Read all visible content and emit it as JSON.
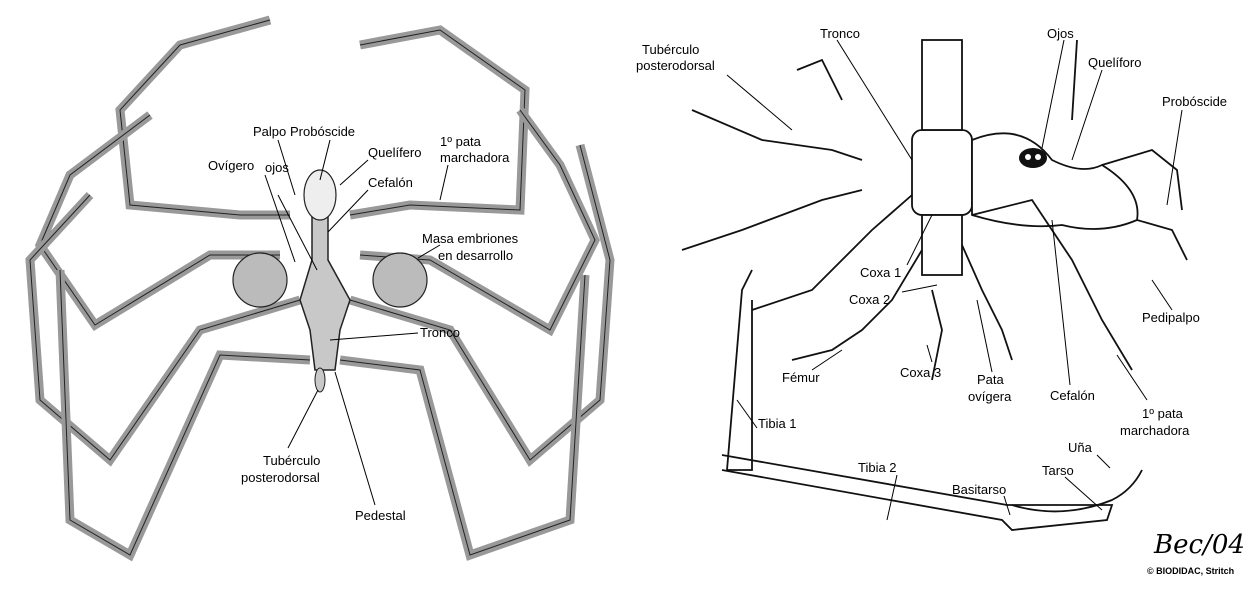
{
  "left_diagram": {
    "labels": {
      "palpo": "Palpo",
      "proboscide": "Probóscide",
      "quelifero": "Quelífero",
      "pata1": "1º pata",
      "pata1b": "marchadora",
      "ovigero": "Ovígero",
      "ojos": "ojos",
      "cefalon": "Cefalón",
      "masa1": "Masa embriones",
      "masa2": "en desarrollo",
      "tronco": "Tronco",
      "tuberculo1": "Tubérculo",
      "tuberculo2": "posterodorsal",
      "pedestal": "Pedestal"
    }
  },
  "right_diagram": {
    "labels": {
      "tuberculo1": "Tubérculo",
      "tuberculo2": "posterodorsal",
      "tronco": "Tronco",
      "ojos": "Ojos",
      "queliforo": "Quelíforo",
      "proboscide": "Probóscide",
      "coxa1": "Coxa 1",
      "coxa2": "Coxa 2",
      "coxa3": "Coxa 3",
      "pedipalpo": "Pedipalpo",
      "femur": "Fémur",
      "pata_ovigera1": "Pata",
      "pata_ovigera2": "ovígera",
      "cefalon": "Cefalón",
      "pata1a": "1º pata",
      "pata1b": "marchadora",
      "tibia1": "Tibia 1",
      "tibia2": "Tibia 2",
      "una": "Uña",
      "tarso": "Tarso",
      "basitarso": "Basitarso"
    },
    "signature": "Bec/04",
    "credit": "© BIODIDAC, Stritch"
  }
}
